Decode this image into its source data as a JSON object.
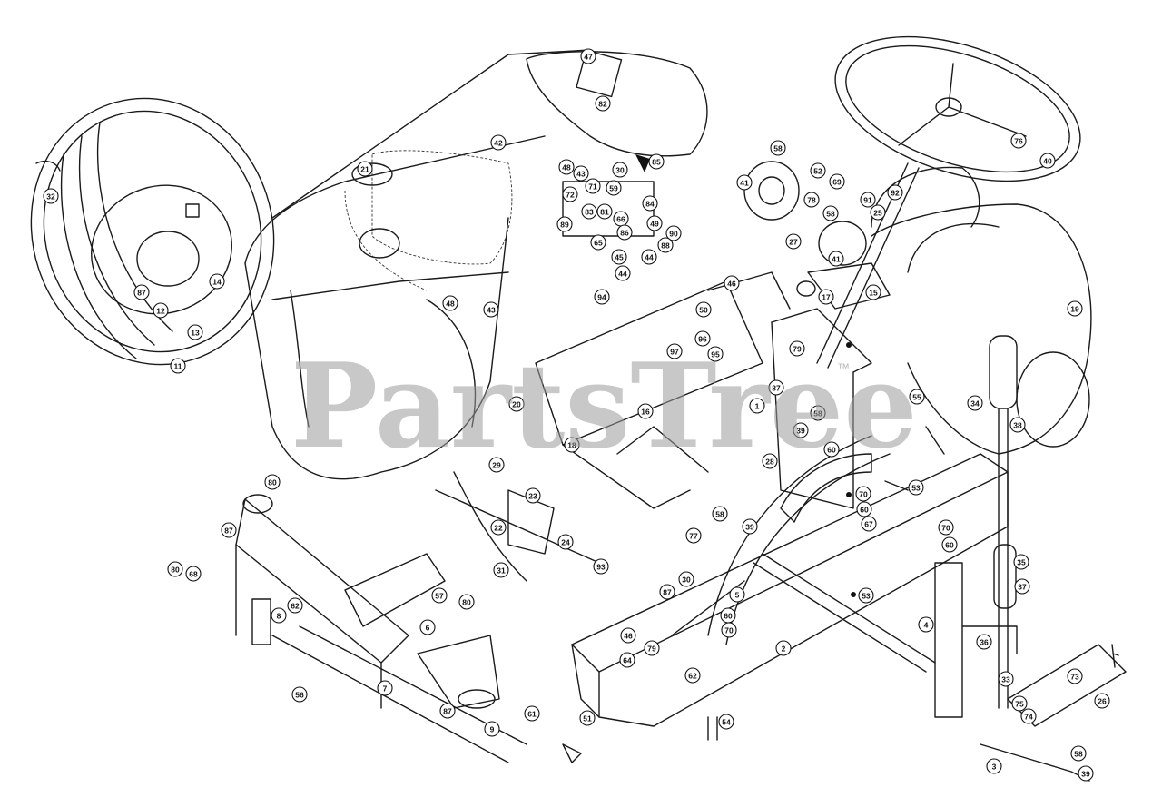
{
  "watermark": {
    "text": "PartsTree",
    "trademark": "™"
  },
  "callouts": [
    {
      "id": "47"
    },
    {
      "id": "82"
    },
    {
      "id": "42"
    },
    {
      "id": "85"
    },
    {
      "id": "48"
    },
    {
      "id": "43"
    },
    {
      "id": "30"
    },
    {
      "id": "71"
    },
    {
      "id": "59"
    },
    {
      "id": "72"
    },
    {
      "id": "84"
    },
    {
      "id": "83"
    },
    {
      "id": "81"
    },
    {
      "id": "89"
    },
    {
      "id": "66"
    },
    {
      "id": "86"
    },
    {
      "id": "49"
    },
    {
      "id": "90"
    },
    {
      "id": "65"
    },
    {
      "id": "45"
    },
    {
      "id": "88"
    },
    {
      "id": "44"
    },
    {
      "id": "44"
    },
    {
      "id": "21"
    },
    {
      "id": "48"
    },
    {
      "id": "43"
    },
    {
      "id": "94"
    },
    {
      "id": "32"
    },
    {
      "id": "14"
    },
    {
      "id": "87"
    },
    {
      "id": "12"
    },
    {
      "id": "13"
    },
    {
      "id": "11"
    },
    {
      "id": "58"
    },
    {
      "id": "52"
    },
    {
      "id": "69"
    },
    {
      "id": "41"
    },
    {
      "id": "78"
    },
    {
      "id": "91"
    },
    {
      "id": "92"
    },
    {
      "id": "58"
    },
    {
      "id": "25"
    },
    {
      "id": "27"
    },
    {
      "id": "41"
    },
    {
      "id": "17"
    },
    {
      "id": "15"
    },
    {
      "id": "76"
    },
    {
      "id": "40"
    },
    {
      "id": "19"
    },
    {
      "id": "46"
    },
    {
      "id": "50"
    },
    {
      "id": "96"
    },
    {
      "id": "97"
    },
    {
      "id": "95"
    },
    {
      "id": "79"
    },
    {
      "id": "87"
    },
    {
      "id": "1"
    },
    {
      "id": "58"
    },
    {
      "id": "39"
    },
    {
      "id": "55"
    },
    {
      "id": "34"
    },
    {
      "id": "38"
    },
    {
      "id": "16"
    },
    {
      "id": "20"
    },
    {
      "id": "18"
    },
    {
      "id": "60"
    },
    {
      "id": "28"
    },
    {
      "id": "29"
    },
    {
      "id": "53"
    },
    {
      "id": "80"
    },
    {
      "id": "23"
    },
    {
      "id": "70"
    },
    {
      "id": "60"
    },
    {
      "id": "67"
    },
    {
      "id": "87"
    },
    {
      "id": "22"
    },
    {
      "id": "24"
    },
    {
      "id": "58"
    },
    {
      "id": "39"
    },
    {
      "id": "77"
    },
    {
      "id": "70"
    },
    {
      "id": "60"
    },
    {
      "id": "80"
    },
    {
      "id": "68"
    },
    {
      "id": "31"
    },
    {
      "id": "93"
    },
    {
      "id": "35"
    },
    {
      "id": "57"
    },
    {
      "id": "62"
    },
    {
      "id": "8"
    },
    {
      "id": "80"
    },
    {
      "id": "87"
    },
    {
      "id": "30"
    },
    {
      "id": "5"
    },
    {
      "id": "53"
    },
    {
      "id": "37"
    },
    {
      "id": "60"
    },
    {
      "id": "70"
    },
    {
      "id": "4"
    },
    {
      "id": "6"
    },
    {
      "id": "46"
    },
    {
      "id": "79"
    },
    {
      "id": "2"
    },
    {
      "id": "36"
    },
    {
      "id": "64"
    },
    {
      "id": "62"
    },
    {
      "id": "56"
    },
    {
      "id": "7"
    },
    {
      "id": "87"
    },
    {
      "id": "61"
    },
    {
      "id": "9"
    },
    {
      "id": "51"
    },
    {
      "id": "54"
    },
    {
      "id": "33"
    },
    {
      "id": "73"
    },
    {
      "id": "75"
    },
    {
      "id": "74"
    },
    {
      "id": "26"
    },
    {
      "id": "58"
    },
    {
      "id": "3"
    },
    {
      "id": "39"
    }
  ]
}
